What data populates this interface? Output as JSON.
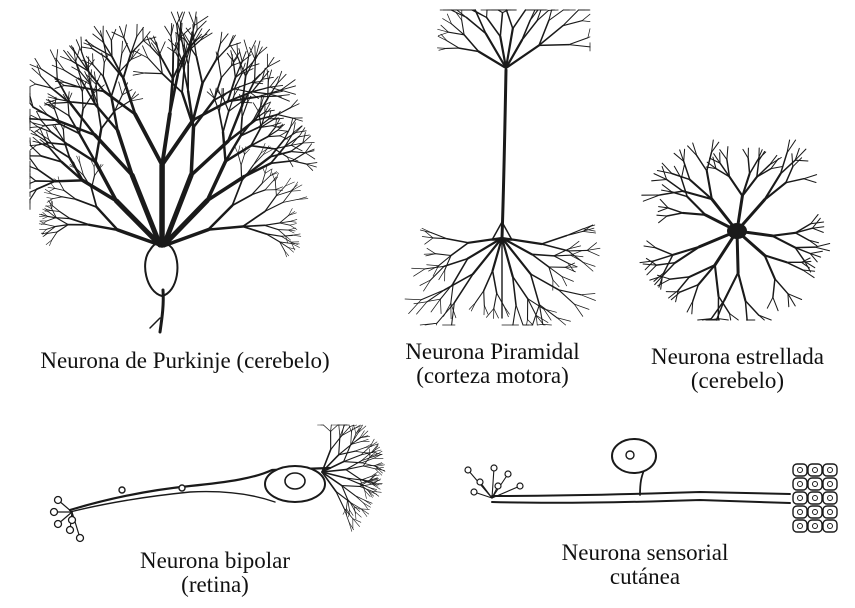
{
  "figure": {
    "neurons": [
      {
        "id": "purkinje",
        "lines": [
          "Neurona de Purkinje (cerebelo)"
        ]
      },
      {
        "id": "piramidal",
        "lines": [
          "Neurona Piramidal",
          "(corteza motora)"
        ]
      },
      {
        "id": "estrellada",
        "lines": [
          "Neurona estrellada",
          "(cerebelo)"
        ]
      },
      {
        "id": "bipolar",
        "lines": [
          "Neurona bipolar",
          "(retina)"
        ]
      },
      {
        "id": "sensorial",
        "lines": [
          "Neurona sensorial",
          "cutánea"
        ]
      }
    ],
    "ink_color": "#1a1a1a",
    "background_color": "#ffffff"
  }
}
